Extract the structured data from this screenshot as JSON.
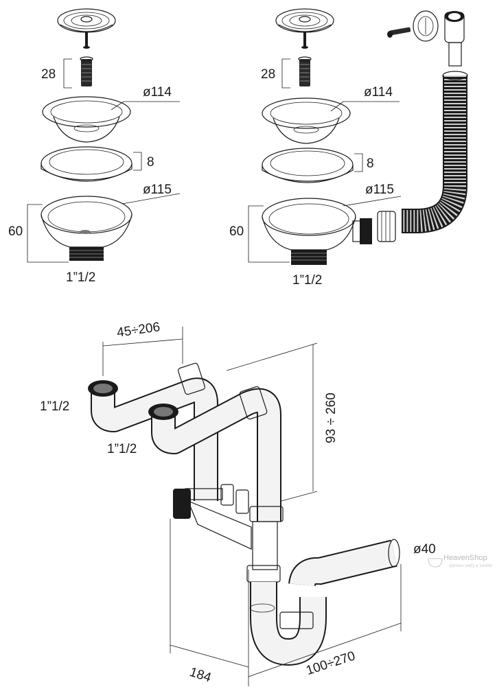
{
  "drawing": {
    "left_assembly": {
      "screw_length": "28",
      "basket_diameter": "ø114",
      "ring_height": "8",
      "body_diameter": "ø115",
      "body_height": "60",
      "thread_size": "1”1/2"
    },
    "right_assembly": {
      "screw_length": "28",
      "basket_diameter": "ø114",
      "ring_height": "8",
      "body_diameter": "ø115",
      "body_height": "60",
      "thread_size": "1”1/2"
    },
    "siphon": {
      "inlet_spacing": "45÷206",
      "inlet_thread_1": "1”1/2",
      "inlet_thread_2": "1”1/2",
      "height_range": "93 ÷ 260",
      "outlet_diameter": "ø40",
      "depth": "184",
      "width_range": "100÷270"
    },
    "watermark": {
      "brand": "HeavenShop",
      "tagline": "úprava vody a sanita"
    }
  }
}
